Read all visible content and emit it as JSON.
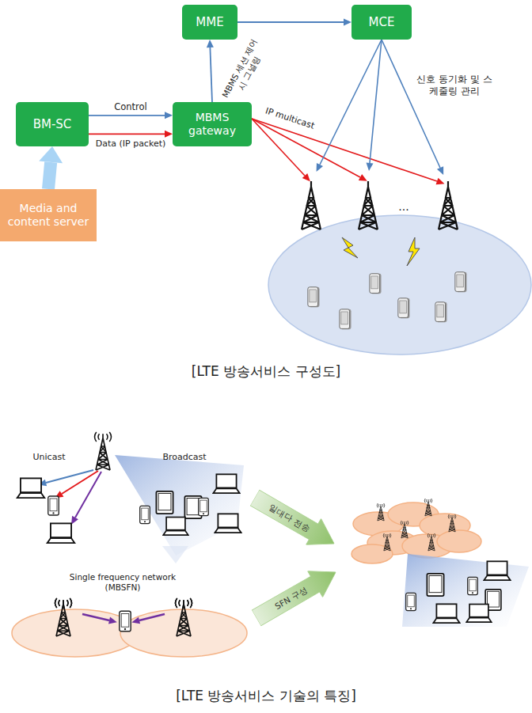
{
  "diagram": {
    "nodes": [
      {
        "text": [
          "MME"
        ]
      },
      {
        "text": [
          "MCE"
        ]
      },
      {
        "text": [
          "BM-SC"
        ]
      },
      {
        "text": [
          "MBMS gateway"
        ]
      },
      {
        "text": [
          "Media and content server"
        ]
      },
      {
        "text": [
          "일대다 전송"
        ]
      },
      {
        "text": [
          "SFN 구성"
        ]
      }
    ],
    "edges": [
      {
        "from": 4,
        "to": 2,
        "arrow": "to"
      },
      {
        "from": 2,
        "to": 3,
        "label": "Control",
        "arrow": "to"
      },
      {
        "from": 2,
        "to": 3,
        "label": "Data (IP packet)",
        "arrow": "to"
      },
      {
        "from": 3,
        "to": 0,
        "label": "MBMS 세션 제어 시 그널링",
        "arrow": "to"
      },
      {
        "from": 0,
        "to": 1,
        "arrow": "to"
      }
    ],
    "labels": [
      "IP multicast",
      "신호 동기화 및 스케줄링 관리",
      "...",
      "[LTE 방송서비스 구성도]",
      "Unicast",
      "Broadcast",
      "Single frequency network (MBSFN)",
      "[LTE 방송서비스 기술의 특징]"
    ]
  }
}
